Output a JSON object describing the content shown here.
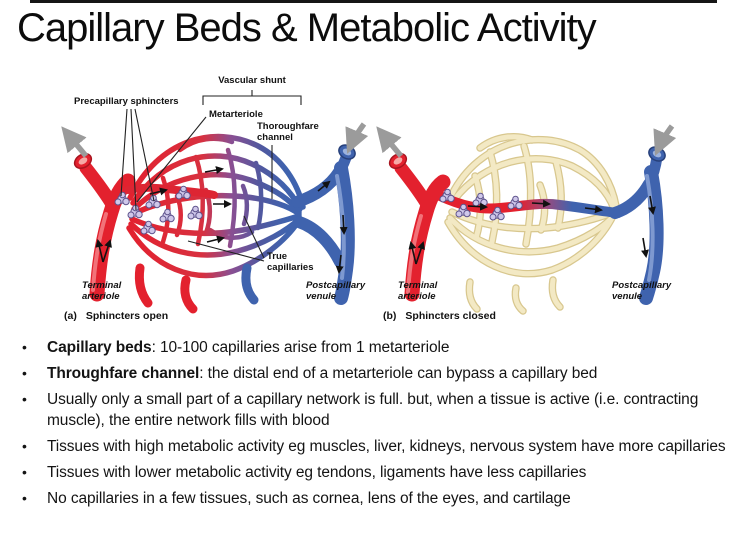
{
  "title": "Capillary Beds & Metabolic Activity",
  "diagram": {
    "labels": {
      "vascular_shunt": "Vascular shunt",
      "precapillary_sphincters": "Precapillary sphincters",
      "metarteriole": "Metarteriole",
      "thoroughfare_channel": "Thoroughfare channel",
      "true_capillaries": "True capillaries",
      "terminal_arteriole_a": "Terminal arteriole",
      "postcapillary_venule_a": "Postcapillary venule",
      "terminal_arteriole_b": "Terminal arteriole",
      "postcapillary_venule_b": "Postcapillary venule"
    },
    "captions": {
      "a_prefix": "(a)",
      "a_text": "Sphincters open",
      "b_prefix": "(b)",
      "b_text": "Sphincters closed"
    },
    "colors": {
      "artery_red": "#e3212e",
      "vein_blue": "#3f63ae",
      "mixed_purple": "#8a4f92",
      "sphincter_fill": "#cfc8ea",
      "sphincter_edge": "#5e538c",
      "closed_bed_fill": "#f3e9c4",
      "closed_bed_edge": "#d8c78e",
      "flow_arrow_gray": "#9b9b9b",
      "flow_arrow_black": "#111111"
    }
  },
  "bullets": [
    {
      "bold": "Capillary beds",
      "text": ": 10-100 capillaries arise from 1 metarteriole"
    },
    {
      "bold": "Throughfare channel",
      "text": ": the distal end of a metarteriole can bypass a capillary bed"
    },
    {
      "bold": "",
      "text": "Usually only a small part of a capillary network is full. but, when a tissue is active (i.e. contracting muscle), the entire network fills with blood"
    },
    {
      "bold": "",
      "text": "Tissues with high metabolic activity eg muscles, liver, kidneys, nervous system have more capillaries"
    },
    {
      "bold": "",
      "text": "Tissues with lower metabolic activity eg tendons, ligaments have less capillaries"
    },
    {
      "bold": "",
      "text": "No capillaries in a few tissues, such as cornea, lens of the eyes, and cartilage"
    }
  ]
}
